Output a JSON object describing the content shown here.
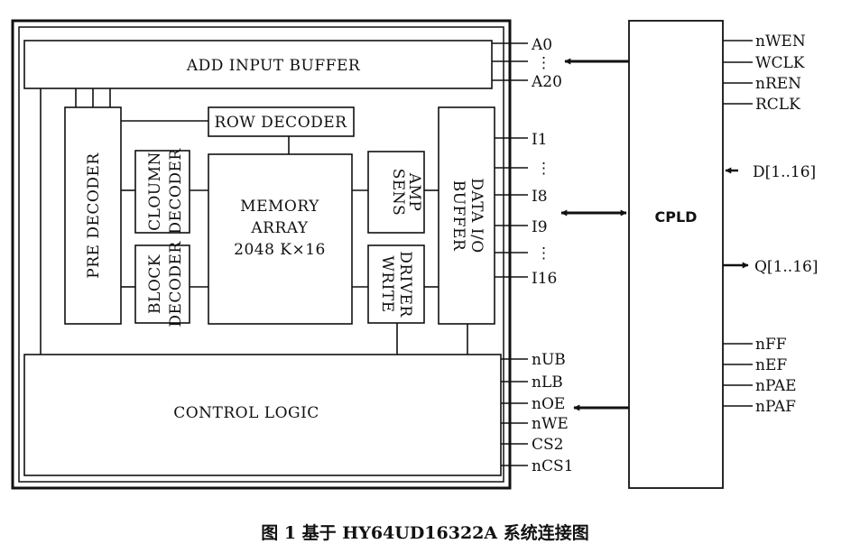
{
  "blocks": {
    "add_input_buffer": "ADD INPUT BUFFER",
    "pre_decoder": "PRE DECODER",
    "row_decoder": "ROW DECODER",
    "cloumn_decoder_l1": "CLOUMN",
    "cloumn_decoder_l2": "DECODER",
    "block_decoder_l1": "BLOCK",
    "block_decoder_l2": "DECODER",
    "memory_array_l1": "MEMORY",
    "memory_array_l2": "ARRAY",
    "memory_array_l3": "2048 K×16",
    "sens_amp_l1": "SENS",
    "sens_amp_l2": "AMP",
    "write_driver_l1": "WRITE",
    "write_driver_l2": "DRIVER",
    "buffer_data_io_l1": "BUFFER",
    "buffer_data_io_l2": "DATA I/O",
    "control_logic": "CONTROL LOGIC",
    "cpld": "CPLD"
  },
  "memory_pins": {
    "a0": "A0",
    "a20": "A20",
    "i1": "I1",
    "i8": "I8",
    "i9": "I9",
    "i16": "I16",
    "nub": "nUB",
    "nlb": "nLB",
    "noe": "nOE",
    "nwe": "nWE",
    "cs2": "CS2",
    "ncs1": "nCS1",
    "ellipsis": "⋮"
  },
  "cpld_pins": {
    "nwen": "nWEN",
    "wclk": "WCLK",
    "nren": "nREN",
    "rclk": "RCLK",
    "d": "D[1..16]",
    "q": "Q[1..16]",
    "nff": "nFF",
    "nef": "nEF",
    "npae": "nPAE",
    "npaf": "nPAF"
  },
  "caption": "图 1  基于 HY64UD16322A 系统连接图"
}
